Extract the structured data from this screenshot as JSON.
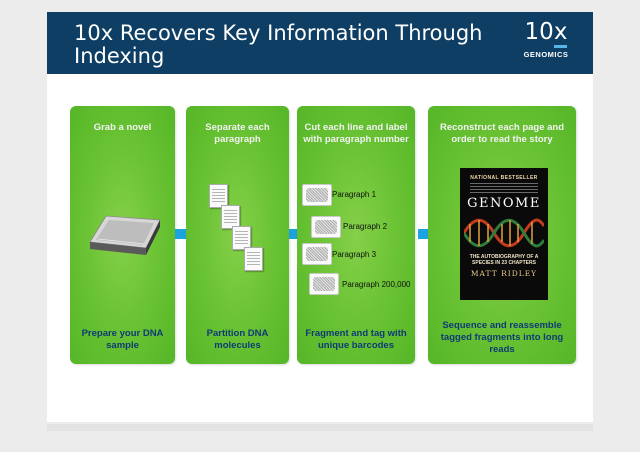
{
  "header": {
    "title": "10x Recovers Key Information Through Indexing",
    "logo_big": "10",
    "logo_x": "x",
    "logo_small": "GENOMICS"
  },
  "steps": [
    {
      "top": "Grab a novel",
      "bottom": "Prepare your DNA sample",
      "image": "disk-drive-icon"
    },
    {
      "top": "Separate each paragraph",
      "bottom": "Partition DNA molecules",
      "image": "document-pages-icon"
    },
    {
      "top": "Cut each line and label with paragraph number",
      "bottom": "Fragment and tag with unique barcodes",
      "image": "dna-fragment-icon"
    },
    {
      "top": "Reconstruct each page and order to read the story",
      "bottom": "Sequence and reassemble tagged fragments into long reads",
      "image": "book-cover"
    }
  ],
  "fragments": [
    "Paragraph 1",
    "Paragraph 2",
    "Paragraph 3",
    "Paragraph 200,000"
  ],
  "book": {
    "banner": "NATIONAL BESTSELLER",
    "title": "GENOME",
    "subtitle": "THE AUTOBIOGRAPHY OF A SPECIES IN 23 CHAPTERS",
    "author": "MATT RIDLEY"
  },
  "colors": {
    "header_bg": "#0e3e63",
    "panel_green": "#6cc435",
    "arrow_blue": "#1aa3dc",
    "bottom_text": "#0f3a76"
  }
}
